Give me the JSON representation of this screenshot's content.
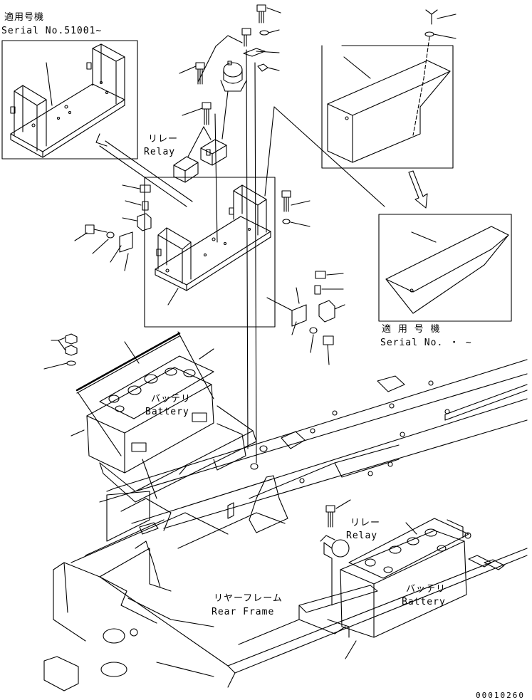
{
  "labels": {
    "serial_top_jp": "適用号機",
    "serial_top_en": "Serial No.51001~",
    "relay_top_jp": "リレー",
    "relay_top_en": "Relay",
    "battery_left_jp": "バッテリ",
    "battery_left_en": "Battery",
    "serial_right_jp": "適 用 号 機",
    "serial_right_en": "Serial No.  ・  ~",
    "relay_bottom_jp": "リレー",
    "relay_bottom_en": "Relay",
    "battery_right_jp": "バッテリ",
    "battery_right_en": "Battery",
    "rear_frame_jp": "リヤーフレーム",
    "rear_frame_en": "Rear Frame",
    "drawing_number": "00010260"
  },
  "colors": {
    "line": "#000000",
    "background": "#ffffff"
  }
}
